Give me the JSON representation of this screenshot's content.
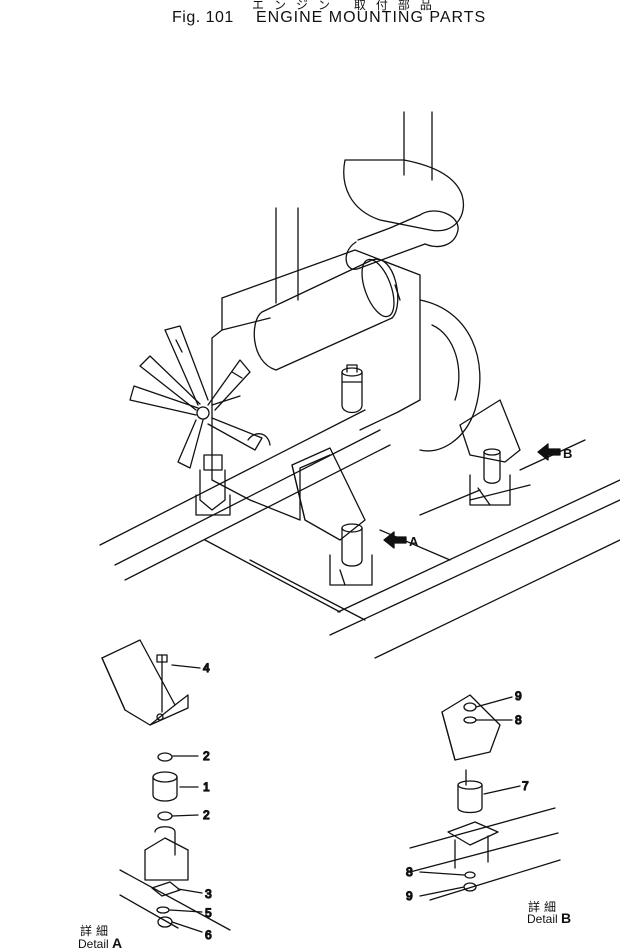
{
  "header": {
    "japanese_title": "エンジン 取付部品",
    "figure_number": "Fig. 101",
    "figure_title": "ENGINE MOUNTING PARTS"
  },
  "view_markers": {
    "a": "A",
    "b": "B"
  },
  "detail_a": {
    "japanese": "詳細",
    "label": "Detail",
    "letter": "A",
    "callouts": [
      "4",
      "2",
      "1",
      "2",
      "3",
      "5",
      "6"
    ]
  },
  "detail_b": {
    "japanese": "詳細",
    "label": "Detail",
    "letter": "B",
    "callouts": [
      "9",
      "8",
      "7",
      "8",
      "9"
    ]
  }
}
